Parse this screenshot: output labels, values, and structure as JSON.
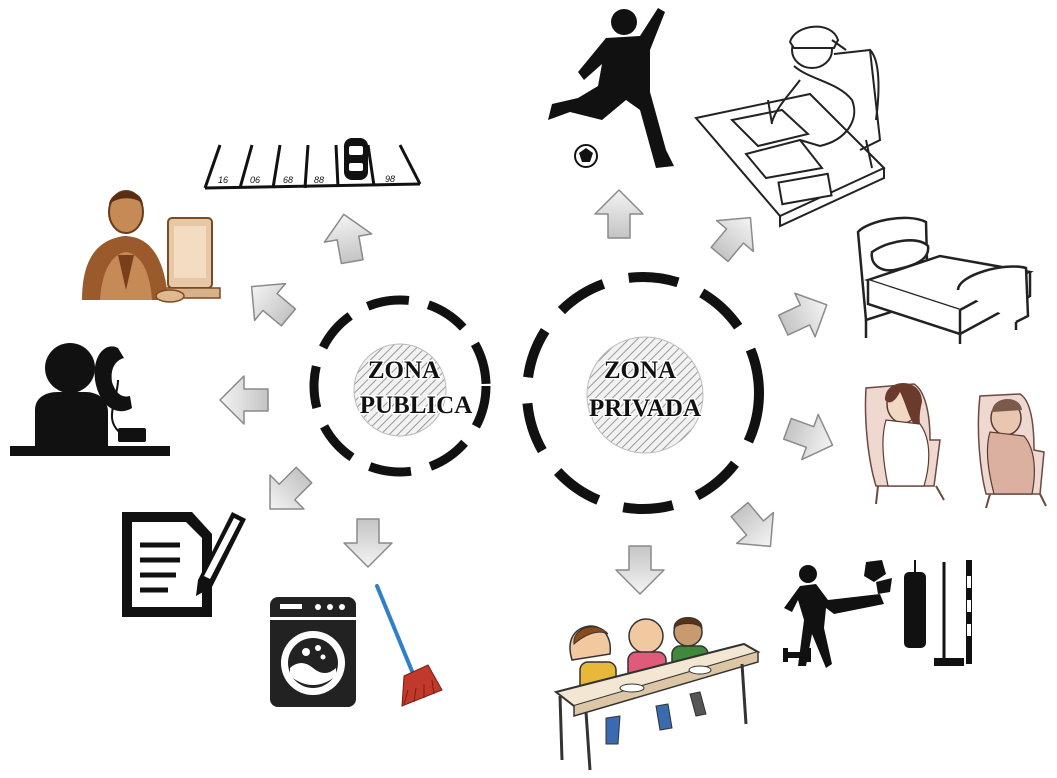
{
  "zones": {
    "publica": {
      "line1": "ZONA",
      "line2": "PUBLICA"
    },
    "privada": {
      "line1": "ZONA",
      "line2": "PRIVADA"
    }
  },
  "parking": {
    "numbers": [
      "16",
      "06",
      "68",
      "88",
      "98"
    ]
  },
  "colors": {
    "ink": "#111111",
    "arrow_fill": "#dcdcdc",
    "arrow_stroke": "#8a8a8a",
    "office_skin": "#c58a55",
    "broom_red": "#c0392b",
    "broom_handle": "#2f80c8",
    "shirt_yellow": "#e8b83a",
    "shirt_pink": "#e05a7a",
    "shirt_green": "#3f8a3a"
  },
  "icons": [
    "parking-icon",
    "office-worker-icon",
    "phone-call-icon",
    "document-pen-icon",
    "washing-machine-icon",
    "broom-icon",
    "soccer-player-icon",
    "studying-student-icon",
    "bed-icon",
    "sitting-people-icon",
    "kickboxing-icon",
    "children-eating-icon"
  ]
}
